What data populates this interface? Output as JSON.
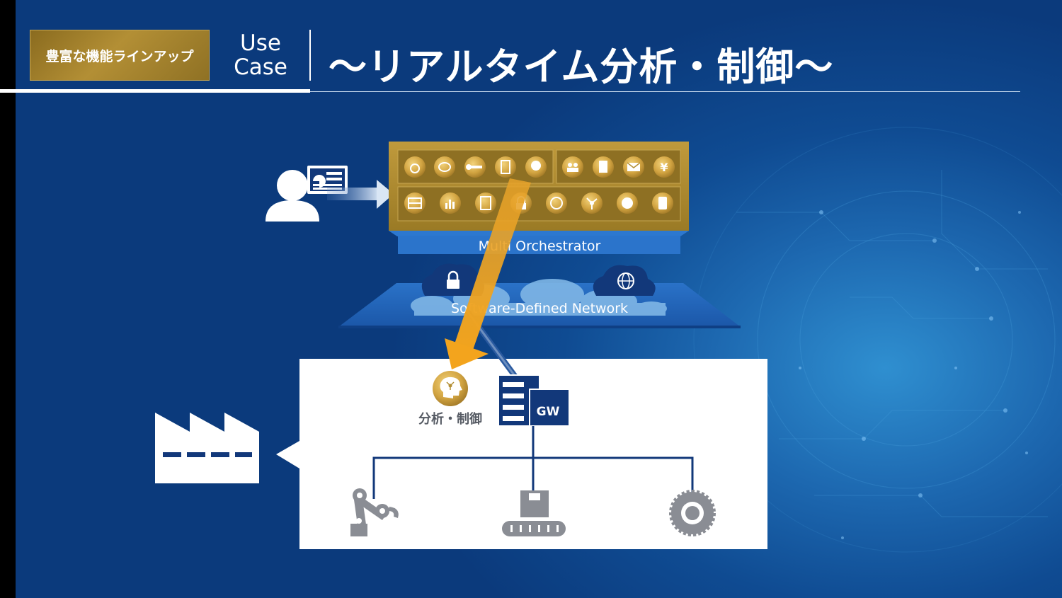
{
  "header": {
    "badge_label": "豊富な機能ラインアップ",
    "usecase_line1": "Use",
    "usecase_line2": "Case",
    "title": "〜リアルタイム分析・制御〜"
  },
  "diagram": {
    "orchestrator_label": "Multi Orchestrator",
    "sdn_label": "Software-Defined Network",
    "edge_function_label": "分析・制御",
    "gateway_label": "GW",
    "colors": {
      "gold": "#b5902f",
      "navy": "#12387a",
      "orange": "#f0a020",
      "gray": "#8a8d94"
    },
    "icons": {
      "top_row_left": [
        "bag-icon",
        "sync-icon",
        "key-icon",
        "door-icon",
        "brain-icon"
      ],
      "top_row_right": [
        "people-icon",
        "document-icon",
        "mail-icon",
        "yen-icon"
      ],
      "bottom_row": [
        "firewall-icon",
        "chart-icon",
        "server-icon",
        "lock-icon",
        "compass-icon",
        "network-icon",
        "globe-icon",
        "mobile-icon"
      ],
      "user": "user-icon",
      "profile_card": "profile-card-icon",
      "factory": "factory-icon",
      "devices": [
        "robot-arm-icon",
        "conveyor-box-icon",
        "gear-icon"
      ]
    }
  }
}
